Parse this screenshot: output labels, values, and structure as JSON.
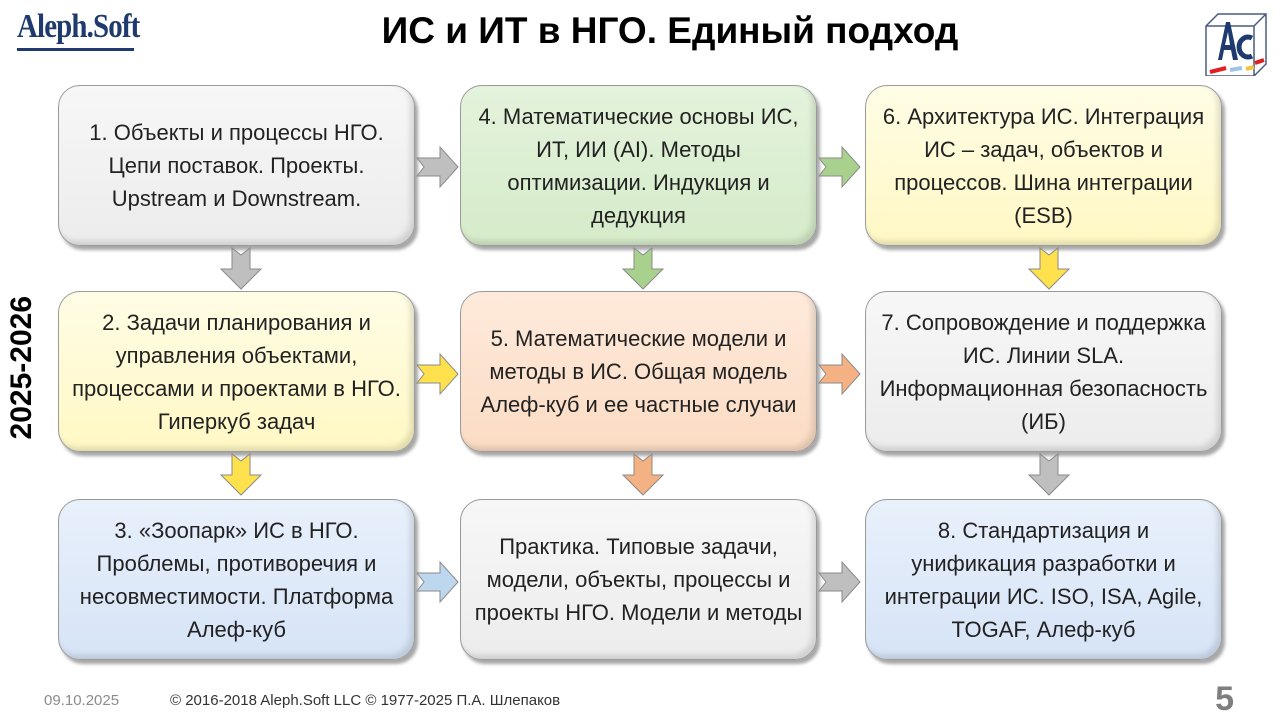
{
  "header": {
    "title": "ИС и ИТ в НГО. Единый подход",
    "logo_left": "Aleph.Soft",
    "logo_right": "Ac"
  },
  "side_label": "2025-2026",
  "boxes": [
    {
      "text": "1. Объекты и процессы НГО. Цепи поставок. Проекты. Upstream и Downstream."
    },
    {
      "text": "4. Математические основы ИС, ИТ, ИИ (AI). Методы оптимизации. Индукция и дедукция"
    },
    {
      "text": "6. Архитектура ИС. Интеграция ИС – задач, объектов и процессов. Шина интеграции (ESB)"
    },
    {
      "text": "2. Задачи планирования и управления объектами, процессами и проектами в НГО. Гиперкуб задач"
    },
    {
      "text": "5. Математические модели и методы в ИС. Общая модель Алеф-куб и ее частные случаи"
    },
    {
      "text": "7. Сопровождение и поддержка ИС. Линии SLA. Информационная безопасность (ИБ)"
    },
    {
      "text": "3. «Зоопарк» ИС в НГО. Проблемы, противоречия и несовместимости. Платформа Алеф-куб"
    },
    {
      "text": "Практика. Типовые задачи, модели, объекты, процессы и проекты НГО. Модели и методы"
    },
    {
      "text": "8. Стандартизация и унификация разработки и интеграции ИС. ISO, ISA, Agile, TOGAF, Алеф-куб"
    }
  ],
  "colors": {
    "gray": "#bfbfbf",
    "green": "#a9d18e",
    "yellow": "#ffe14d",
    "orange": "#f4b183",
    "blue": "#bdd7ee"
  },
  "footer": {
    "date": "09.10.2025",
    "copyright": "© 2016-2018 Aleph.Soft LLC © 1977-2025 П.А. Шлепаков",
    "page": "5"
  }
}
